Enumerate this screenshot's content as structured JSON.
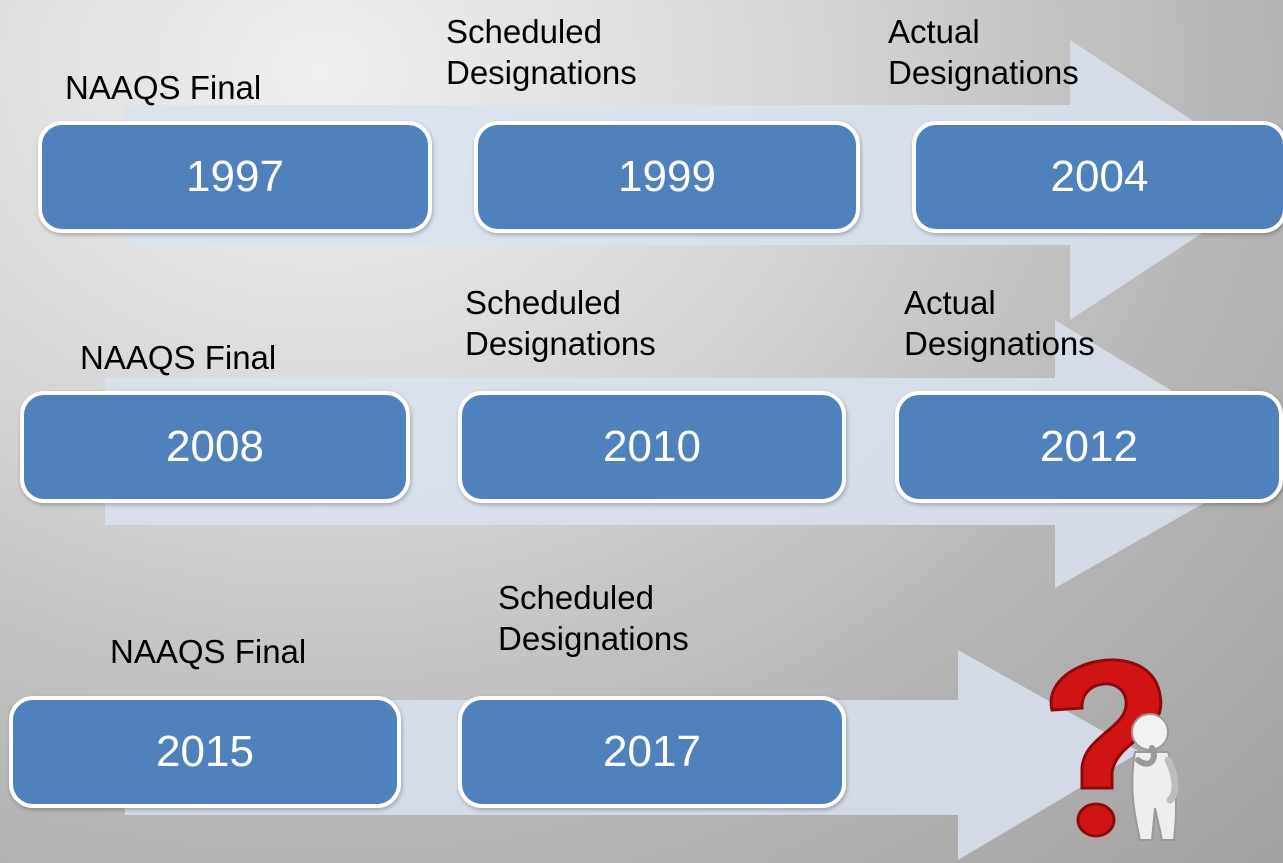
{
  "rows": [
    {
      "steps": [
        {
          "label": "NAAQS Final",
          "year": "1997"
        },
        {
          "label": "Scheduled\nDesignations",
          "year": "1999"
        },
        {
          "label": "Actual\nDesignations",
          "year": "2004"
        }
      ]
    },
    {
      "steps": [
        {
          "label": "NAAQS Final",
          "year": "2008"
        },
        {
          "label": "Scheduled\nDesignations",
          "year": "2010"
        },
        {
          "label": "Actual\nDesignations",
          "year": "2012"
        }
      ]
    },
    {
      "steps": [
        {
          "label": "NAAQS Final",
          "year": "2015"
        },
        {
          "label": "Scheduled\nDesignations",
          "year": "2017"
        }
      ],
      "outcome_icon": "question-mark-thinking-figure-icon"
    }
  ],
  "colors": {
    "box_fill": "#4f81bd",
    "box_border": "#ffffff",
    "arrow": "#d9e0ef",
    "question_mark": "#d11414"
  }
}
